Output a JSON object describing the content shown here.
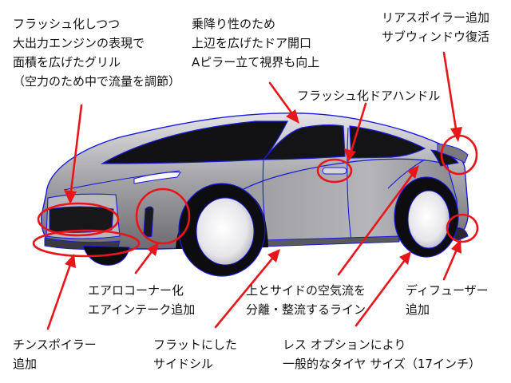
{
  "annotations": {
    "grille": {
      "lines": [
        "フラッシュ化しつつ",
        "大出力エンジンの表現で",
        "面積を広げたグリル",
        "（空力のため中で流量を調節）"
      ]
    },
    "door_opening": {
      "lines": [
        "乗降り性のため",
        "上辺を広げたドア開口",
        "Aピラー立て視界も向上"
      ]
    },
    "rear_spoiler": {
      "lines": [
        "リアスポイラー追加",
        "サブウィンドウ復活"
      ]
    },
    "door_handle": {
      "lines": [
        "フラッシュ化ドアハンドル"
      ]
    },
    "aero_corner": {
      "lines": [
        "エアロコーナー化",
        "エアインテーク追加"
      ]
    },
    "airflow_line": {
      "lines": [
        "上とサイドの空気流を",
        "分離・整流するライン"
      ]
    },
    "diffuser": {
      "lines": [
        "ディフューザー",
        "追加"
      ]
    },
    "chin_spoiler": {
      "lines": [
        "チンスポイラー",
        "追加"
      ]
    },
    "side_sill": {
      "lines": [
        "フラットにした",
        "サイドシル"
      ]
    },
    "tire_size": {
      "lines": [
        "レス オプションにより",
        "一般的なタイヤ サイズ（17インチ）"
      ]
    }
  },
  "colors": {
    "annotation": "#e8161b",
    "outline": "#1a1adb",
    "body": "#8e8e92",
    "tire": "#0d0d0f",
    "wheel": "#f2f2f4"
  }
}
